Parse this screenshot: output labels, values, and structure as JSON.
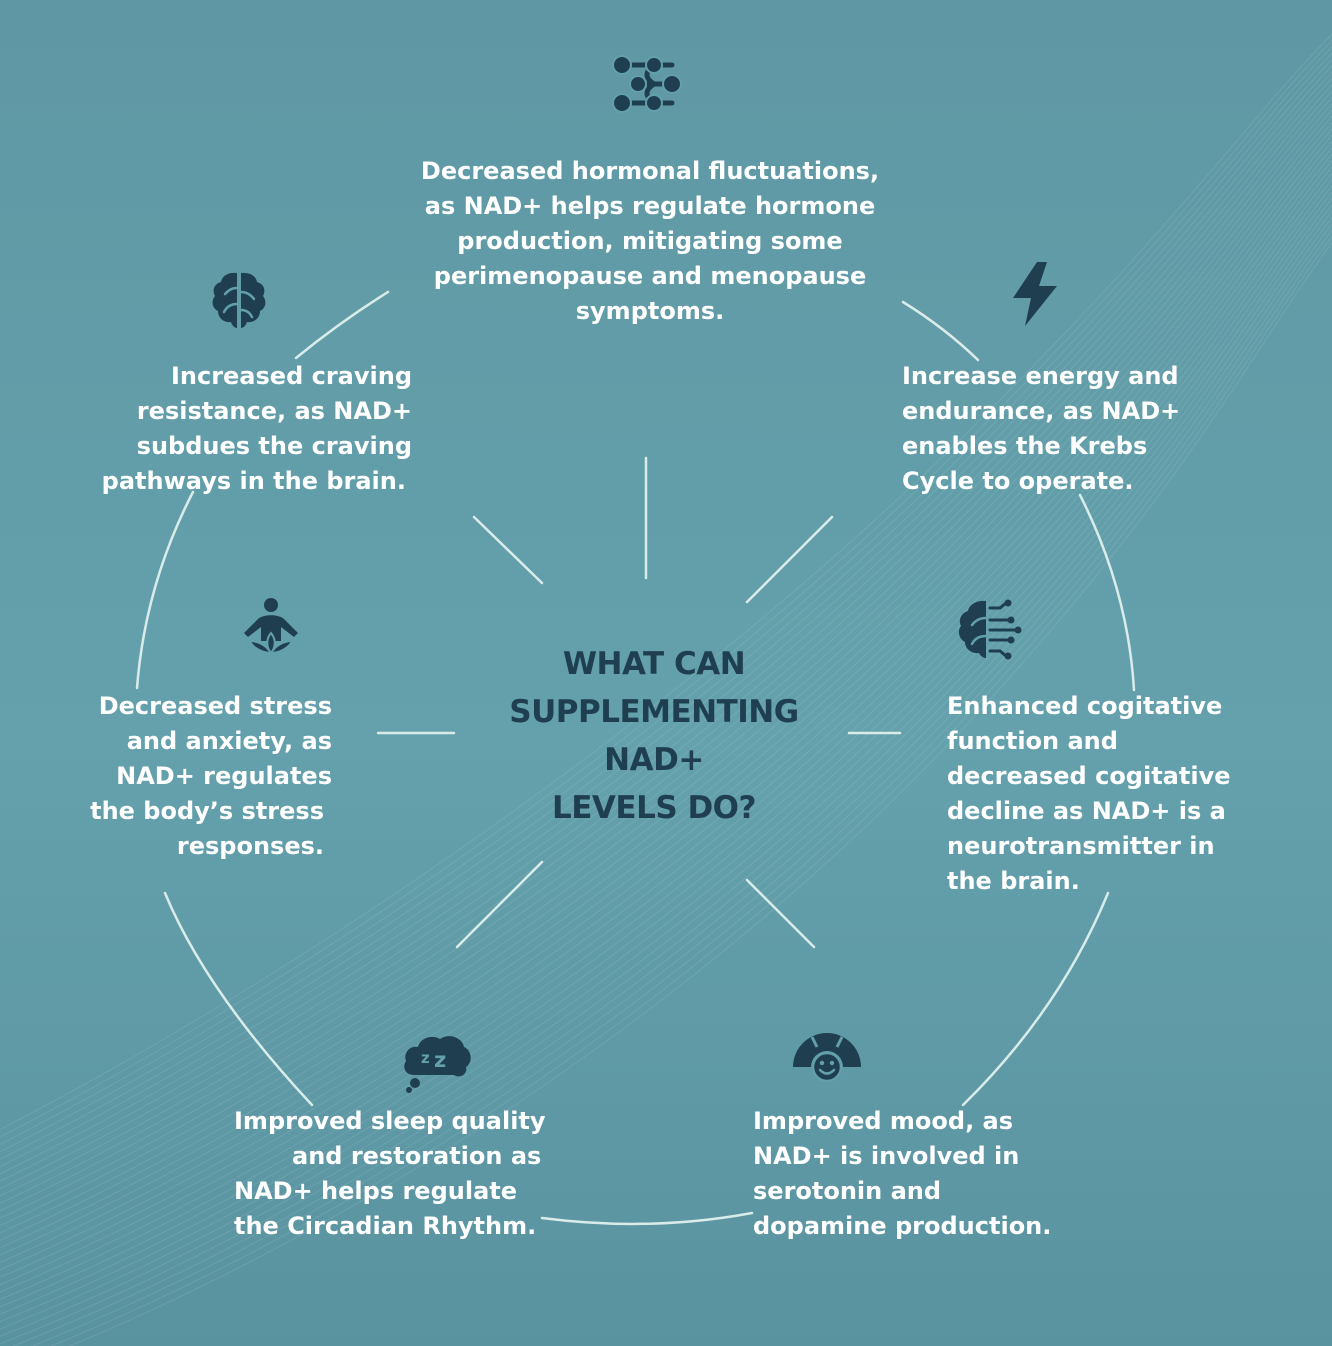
{
  "center_title": [
    "WHAT CAN",
    "SUPPLEMENTING",
    "NAD+",
    "LEVELS DO?"
  ],
  "nodes": [
    {
      "id": "hormonal",
      "icon": "molecule-icon",
      "text": [
        "Decreased hormonal fluctuations,",
        "as NAD+ helps regulate hormone",
        "production, mitigating some",
        "perimenopause and menopause",
        "symptoms."
      ]
    },
    {
      "id": "energy",
      "icon": "lightning-bolt-icon",
      "text": [
        "Increase energy and",
        "endurance, as NAD+",
        "enables the Krebs",
        "Cycle to operate."
      ]
    },
    {
      "id": "cognitive",
      "icon": "brain-circuit-icon",
      "text": [
        "Enhanced cogitative",
        "function and",
        "decreased cogitative",
        "decline as NAD+ is a",
        "neurotransmitter in",
        "the brain."
      ]
    },
    {
      "id": "mood",
      "icon": "mood-gauge-icon",
      "text": [
        "Improved mood, as",
        "NAD+ is involved in",
        "serotonin and",
        "dopamine production."
      ]
    },
    {
      "id": "sleep",
      "icon": "sleep-cloud-icon",
      "text": [
        "Improved sleep quality",
        "and restoration as",
        "NAD+ helps regulate",
        "the Circadian Rhythm."
      ]
    },
    {
      "id": "stress",
      "icon": "meditation-icon",
      "text": [
        "Decreased stress",
        "and anxiety, as",
        "NAD+ regulates",
        "the body’s stress",
        "responses."
      ]
    },
    {
      "id": "craving",
      "icon": "brain-icon",
      "text": [
        "Increased craving",
        "resistance, as NAD+",
        "subdues the craving",
        "pathways in the brain."
      ]
    }
  ],
  "colors": {
    "background": "#63a0ab",
    "text": "#ffffff",
    "icon": "#1f3f50",
    "title": "#1f3f50",
    "connector": "#d9ecea"
  }
}
